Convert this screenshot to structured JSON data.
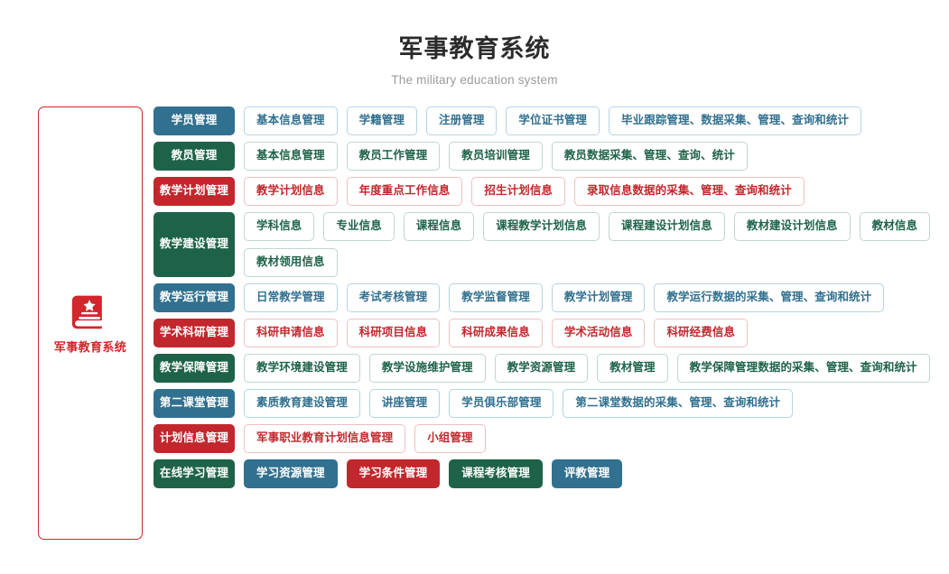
{
  "header": {
    "title": "军事教育系统",
    "subtitle": "The military education system"
  },
  "sidebar": {
    "icon": "book-star-icon",
    "label": "军事教育系统",
    "accent_color": "#d0262c"
  },
  "colors": {
    "blue": "#31708f",
    "green": "#1e6349",
    "red": "#c2272d",
    "blue_border": "#b5d3e3",
    "green_border": "#bfd6cc",
    "red_border": "#eec0c2"
  },
  "rows": [
    {
      "category": "学员管理",
      "color": "blue",
      "style": "outline",
      "items": [
        "基本信息管理",
        "学籍管理",
        "注册管理",
        "学位证书管理",
        "毕业跟踪管理、数据采集、管理、查询和统计"
      ]
    },
    {
      "category": "教员管理",
      "color": "green",
      "style": "outline",
      "items": [
        "基本信息管理",
        "教员工作管理",
        "教员培训管理",
        "教员数据采集、管理、查询、统计"
      ]
    },
    {
      "category": "教学计划管理",
      "color": "red",
      "style": "outline",
      "items": [
        "教学计划信息",
        "年度重点工作信息",
        "招生计划信息",
        "录取信息数据的采集、管理、查询和统计"
      ]
    },
    {
      "category": "教学建设管理",
      "color": "green",
      "style": "outline",
      "items": [
        "学科信息",
        "专业信息",
        "课程信息",
        "课程教学计划信息",
        "课程建设计划信息",
        "教材建设计划信息",
        "教材信息",
        "教材领用信息"
      ]
    },
    {
      "category": "教学运行管理",
      "color": "blue",
      "style": "outline",
      "items": [
        "日常教学管理",
        "考试考核管理",
        "教学监督管理",
        "教学计划管理",
        "教学运行数据的采集、管理、查询和统计"
      ]
    },
    {
      "category": "学术科研管理",
      "color": "red",
      "style": "outline",
      "items": [
        "科研申请信息",
        "科研项目信息",
        "科研成果信息",
        "学术活动信息",
        "科研经费信息"
      ]
    },
    {
      "category": "教学保障管理",
      "color": "green",
      "style": "outline",
      "items": [
        "教学环境建设管理",
        "教学设施维护管理",
        "教学资源管理",
        "教材管理",
        "教学保障管理数据的采集、管理、查询和统计"
      ]
    },
    {
      "category": "第二课堂管理",
      "color": "blue",
      "style": "outline",
      "items": [
        "素质教育建设管理",
        "讲座管理",
        "学员俱乐部管理",
        "第二课堂数据的采集、管理、查询和统计"
      ]
    },
    {
      "category": "计划信息管理",
      "color": "red",
      "style": "outline",
      "items": [
        "军事职业教育计划信息管理",
        "小组管理"
      ]
    },
    {
      "category": "在线学习管理",
      "color": "green",
      "style": "solid",
      "items": [
        "学习资源管理",
        "学习条件管理",
        "课程考核管理",
        "评教管理"
      ],
      "item_colors": [
        "blue",
        "red",
        "green",
        "blue"
      ]
    }
  ]
}
